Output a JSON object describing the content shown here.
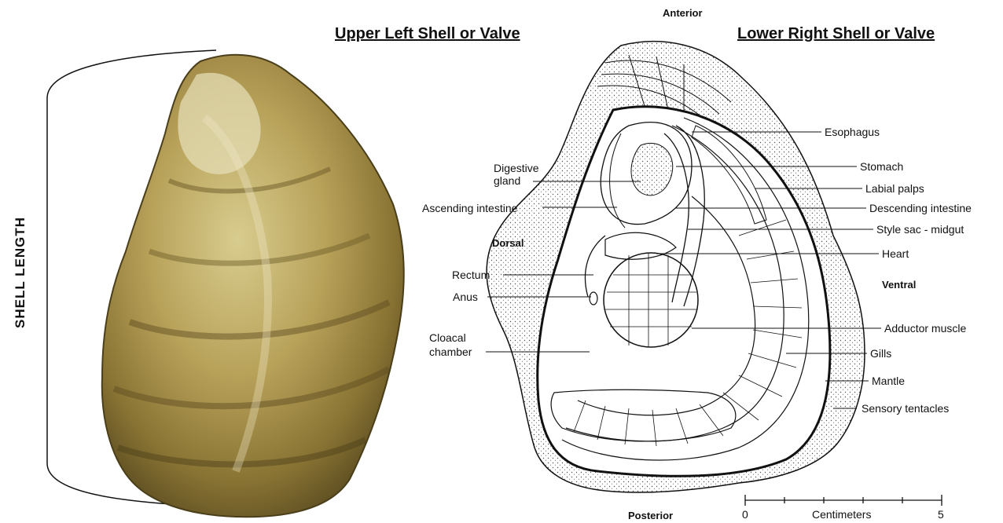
{
  "headings": {
    "left": "Upper Left Shell or Valve",
    "right": "Lower Right Shell or Valve"
  },
  "measure_label": "SHELL  LENGTH",
  "orientation": {
    "anterior": "Anterior",
    "posterior": "Posterior",
    "dorsal": "Dorsal",
    "ventral": "Ventral"
  },
  "labels_left": {
    "digestive_gland": [
      "Digestive",
      "gland"
    ],
    "ascending_intestine": "Ascending intestine",
    "rectum": "Rectum",
    "anus": "Anus",
    "cloacal_chamber": [
      "Cloacal",
      "chamber"
    ]
  },
  "labels_right": {
    "esophagus": "Esophagus",
    "stomach": "Stomach",
    "labial_palps": "Labial palps",
    "descending_intestine": "Descending intestine",
    "style_sac": "Style sac - midgut",
    "heart": "Heart",
    "adductor_muscle": "Adductor muscle",
    "gills": "Gills",
    "mantle": "Mantle",
    "sensory_tentacles": "Sensory tentacles"
  },
  "scale": {
    "start": "0",
    "title": "Centimeters",
    "end": "5"
  }
}
